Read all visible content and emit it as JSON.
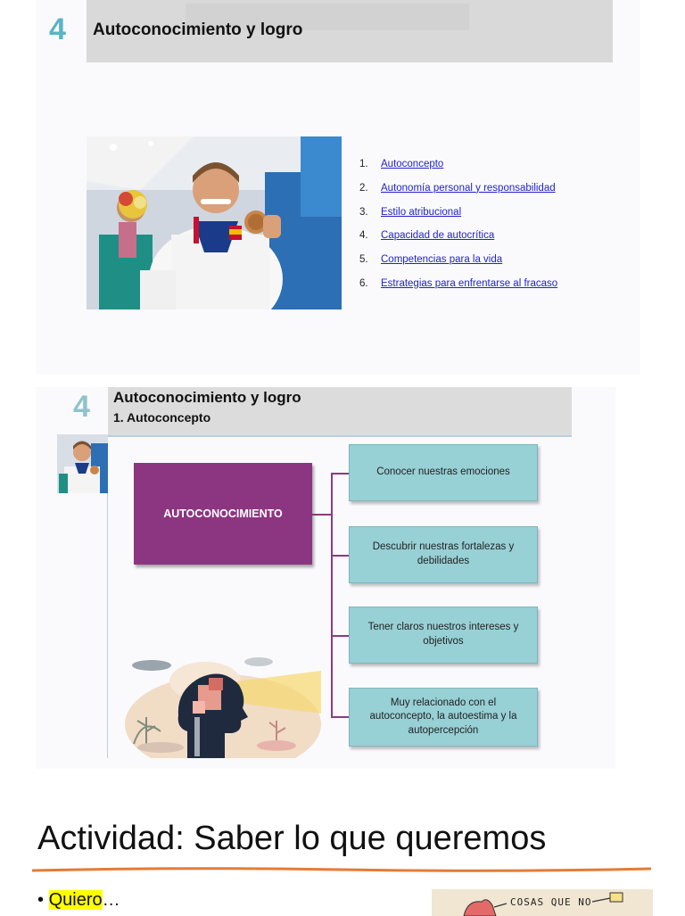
{
  "slide1": {
    "number": "4",
    "title": "Autoconocimiento y logro",
    "toc": [
      {
        "num": "1.",
        "label": "Autoconcepto"
      },
      {
        "num": "2.",
        "label": "Autonomía personal y responsabilidad"
      },
      {
        "num": "3.",
        "label": "Estilo atribucional"
      },
      {
        "num": "4.",
        "label": "Capacidad de autocrítica"
      },
      {
        "num": "5.",
        "label": "Competencias para la vida"
      },
      {
        "num": "6.",
        "label": "Estrategias para enfrentarse al fracaso"
      }
    ]
  },
  "slide2": {
    "number": "4",
    "title": "Autoconocimiento y logro",
    "subtitle": "1. Autoconcepto",
    "main_box": "AUTOCONOCIMIENTO",
    "boxes": [
      "Conocer nuestras emociones",
      "Descubrir nuestras fortalezas y debilidades",
      "Tener claros nuestros intereses y objetivos",
      "Muy relacionado con el autoconcepto, la autoestima y la autopercepción"
    ]
  },
  "activity": {
    "title": "Actividad: Saber lo que queremos",
    "bullet": "•",
    "highlight": "Quiero",
    "rest": "…"
  },
  "sticker": {
    "text": "COSAS QUE NO"
  },
  "colors": {
    "accent_teal": "#5bb3c4",
    "purple": "#8c3580",
    "teal_box": "#97d0d5",
    "link": "#2222cc",
    "underline_orange": "#e57b36",
    "highlight": "#ffff00"
  }
}
